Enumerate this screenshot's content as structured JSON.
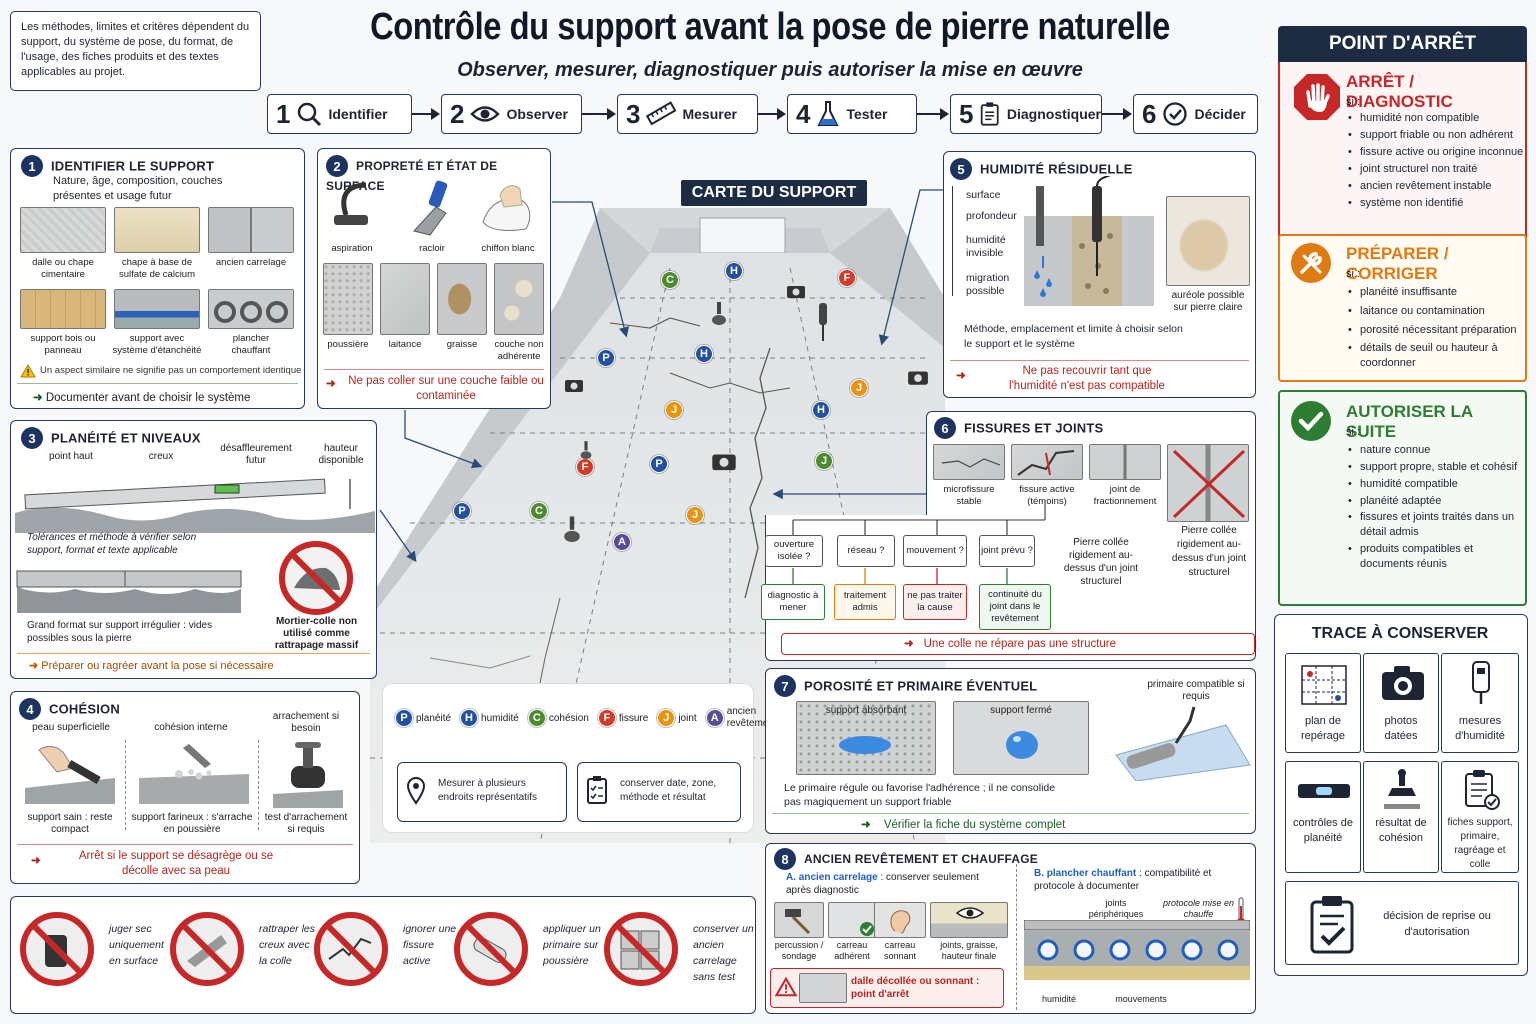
{
  "title": "Contrôle du support avant la pose de pierre naturelle",
  "subtitle": "Observer, mesurer, diagnostiquer puis autoriser la mise en œuvre",
  "disclaimer": "Les méthodes, limites et critères dépendent du support, du système de pose, du format, de l'usage, des fiches produits et des textes applicables au projet.",
  "steps": [
    {
      "num": "1",
      "label": "Identifier",
      "icon": "magnifier-icon"
    },
    {
      "num": "2",
      "label": "Observer",
      "icon": "eye-icon"
    },
    {
      "num": "3",
      "label": "Mesurer",
      "icon": "ruler-icon"
    },
    {
      "num": "4",
      "label": "Tester",
      "icon": "flask-icon"
    },
    {
      "num": "5",
      "label": "Diagnostiquer",
      "icon": "clipboard-icon"
    },
    {
      "num": "6",
      "label": "Décider",
      "icon": "check-circle-icon"
    }
  ],
  "s1": {
    "num": "1",
    "title": "IDENTIFIER LE SUPPORT",
    "intro": "Nature, âge, composition, couches présentes et usage futur",
    "tiles": [
      "dalle ou chape cimentaire",
      "chape à base de sulfate de calcium",
      "ancien carrelage",
      "support bois ou panneau",
      "support avec système d'étanchéité",
      "plancher chauffant"
    ],
    "warning": "Un aspect similaire ne signifie pas un comportement identique",
    "footer": "Documenter avant de choisir le système"
  },
  "s2": {
    "num": "2",
    "title": "PROPRETÉ ET ÉTAT DE SURFACE",
    "tools": [
      "aspiration",
      "racloir",
      "chiffon blanc"
    ],
    "tiles": [
      "poussière",
      "laitance",
      "graisse",
      "couche non adhérente"
    ],
    "footer": "Ne pas coller sur une couche faible ou contaminée"
  },
  "map": {
    "title": "CARTE DU SUPPORT",
    "legend": [
      {
        "letter": "P",
        "label": "planéité"
      },
      {
        "letter": "H",
        "label": "humidité"
      },
      {
        "letter": "C",
        "label": "cohésion"
      },
      {
        "letter": "F",
        "label": "fissure"
      },
      {
        "letter": "J",
        "label": "joint"
      },
      {
        "letter": "A",
        "label": "ancien revêtement"
      }
    ],
    "tip1": "Mesurer à plusieurs endroits représentatifs",
    "tip2": "conserver date, zone, méthode et résultat"
  },
  "s3": {
    "num": "3",
    "title": "PLANÉITÉ  ET NIVEAUX",
    "labels": [
      "point haut",
      "creux",
      "désaffleurement futur",
      "hauteur disponible"
    ],
    "note1": "Tolérances et méthode à vérifier selon support, format et texte applicable",
    "note2": "Grand format sur support irrégulier : vides possibles sous la pierre",
    "forbid": "Mortier-colle non utilisé comme rattrapage massif",
    "footer": "Préparer ou ragréer avant la pose si nécessaire"
  },
  "s4": {
    "num": "4",
    "title": "COHÉSION",
    "cols": [
      {
        "head": "peau superficielle",
        "cap": "support sain : reste compact"
      },
      {
        "head": "cohésion interne",
        "cap": "support farineux : s'arrache en poussière"
      },
      {
        "head": "arrachement si besoin",
        "cap": "test d'arrachement si requis"
      }
    ],
    "footer": "Arrêt si le support se désagrège ou se décolle avec sa peau"
  },
  "s5": {
    "num": "5",
    "title": "HUMIDITÉ RÉSIDUELLE",
    "labels": [
      "surface",
      "profondeur",
      "humidité invisible",
      "migration possible"
    ],
    "side": "auréole possible sur pierre claire",
    "note": "Méthode, emplacement et limite à choisir selon le support et le système",
    "footer": "Ne pas recouvrir tant que l'humidité n'est pas compatible"
  },
  "s6": {
    "num": "6",
    "title": "FISSURES ET JOINTS",
    "tiles": [
      "microfissure stable",
      "fissure active (témoins)",
      "joint de fractionnement",
      "Pierre collée rigidement au-dessus d'un joint structurel"
    ],
    "questions": [
      "ouverture isolée ?",
      "réseau ?",
      "mouvement ?",
      "joint prévu ?"
    ],
    "decisions": [
      "diagnostic à mener",
      "traitement admis",
      "ne pas traiter la cause",
      "continuité du joint dans le revêtement"
    ],
    "side": "Pierre collée rigidement au-dessus d'un joint structurel",
    "footer": "Une colle ne répare pas une structure"
  },
  "s7": {
    "num": "7",
    "title": "POROSITÉ ET PRIMAIRE ÉVENTUEL",
    "tiles": [
      "support absorbant",
      "support fermé"
    ],
    "roller": "primaire compatible si requis",
    "note": "Le primaire régule ou favorise l'adhérence ; il ne consolide pas magiquement un support friable",
    "footer": "Vérifier la fiche du système complet"
  },
  "s8": {
    "num": "8",
    "title": "ANCIEN REVÊTEMENT ET CHAUFFAGE",
    "a_lead": "A. ancien carrelage",
    "a_text": ": conserver seulement après diagnostic",
    "tiles": [
      "percussion / sondage",
      "carreau adhérent",
      "carreau sonnant",
      "joints, graisse, hauteur finale"
    ],
    "alert": "dalle décollée ou sonnant : point d'arrêt",
    "b_lead": "B. plancher chauffant",
    "b_text": ": compatibilité et protocole à documenter",
    "b_labels": [
      "joints périphériques",
      "protocole mise en chauffe",
      "humidité",
      "mouvements"
    ]
  },
  "prohibitions": [
    "juger sec uniquement en surface",
    "rattraper les creux avec la colle",
    "ignorer une fissure active",
    "appliquer un primaire sur poussière",
    "conserver un ancien carrelage sans test"
  ],
  "point_arret": {
    "header": "POINT D'ARRÊT",
    "blocks": [
      {
        "title": "ARRÊT / DIAGNOSTIC",
        "si": "si :",
        "color": "#c62828",
        "items": [
          "humidité non compatible",
          "support friable ou non adhérent",
          "fissure active ou origine inconnue",
          "joint structurel non traité",
          "ancien revêtement instable",
          "système non identifié"
        ]
      },
      {
        "title": "PRÉPARER / CORRIGER",
        "si": "si :",
        "color": "#e07b12",
        "items": [
          "planéité insuffisante",
          "laitance ou contamination",
          "porosité nécessitant préparation",
          "détails de seuil ou hauteur à coordonner"
        ]
      },
      {
        "title": "AUTORISER LA SUITE",
        "si": "si :",
        "color": "#2e7d32",
        "items": [
          "nature connue",
          "support propre, stable et cohésif",
          "humidité compatible",
          "planéité adaptée",
          "fissures et joints traités dans un détail admis",
          "produits compatibles et documents réunis"
        ]
      }
    ]
  },
  "trace": {
    "title": "TRACE À CONSERVER",
    "cells": [
      "plan de repérage",
      "photos datées",
      "mesures d'humidité",
      "contrôles de planéité",
      "résultat de cohésion",
      "fiches support, primaire, ragréage et colle"
    ],
    "final": "décision de reprise ou d'autorisation"
  },
  "colors": {
    "navy": "#1d3461",
    "red": "#c62828",
    "orange": "#e07b12",
    "green": "#2e7d32",
    "P": "#2350a0",
    "H": "#2350a0",
    "C": "#4c8b2e",
    "F": "#d23a2a",
    "J": "#e8940f",
    "A": "#5a4b96"
  }
}
